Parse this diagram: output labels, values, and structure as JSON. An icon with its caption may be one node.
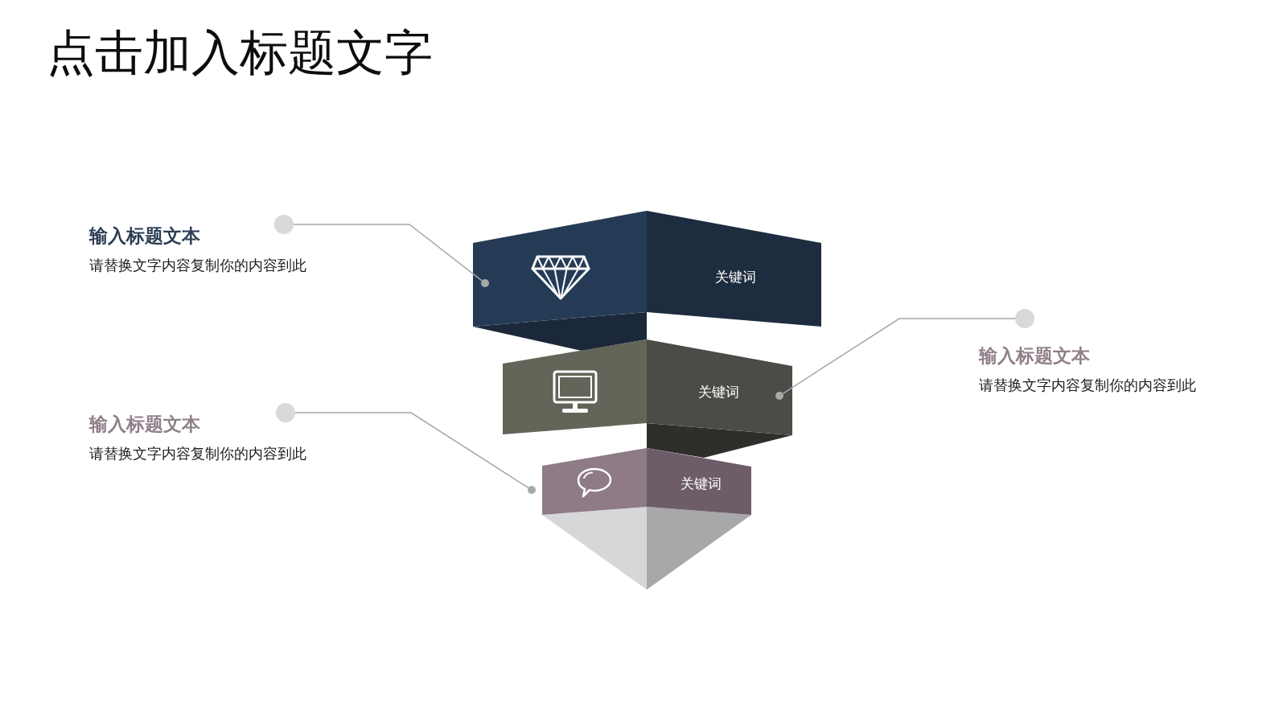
{
  "diagram": {
    "title": "点击加入标题文字",
    "nodes": [
      {
        "text": [
          "关键词"
        ]
      },
      {
        "text": [],
        "shape": "circle",
        "in": 0
      },
      {
        "text": [
          "关键词"
        ]
      },
      {
        "text": [],
        "shape": "circle",
        "in": 2
      },
      {
        "text": [
          "关键词"
        ]
      },
      {
        "text": [],
        "shape": "circle"
      },
      {
        "text": [
          "输入标题文本",
          "请替换文字内容复制你的内容到此"
        ]
      },
      {
        "text": [
          "输入标题文本",
          "请替换文字内容复制你的内容到此"
        ]
      },
      {
        "text": [
          "输入标题文本",
          "请替换文字内容复制你的内容到此"
        ]
      }
    ],
    "edges": [
      {
        "from": 6,
        "to": 1,
        "arrow": "other"
      },
      {
        "from": 7,
        "to": 3,
        "arrow": "other"
      },
      {
        "from": 8,
        "to": 5,
        "arrow": "other"
      }
    ]
  }
}
